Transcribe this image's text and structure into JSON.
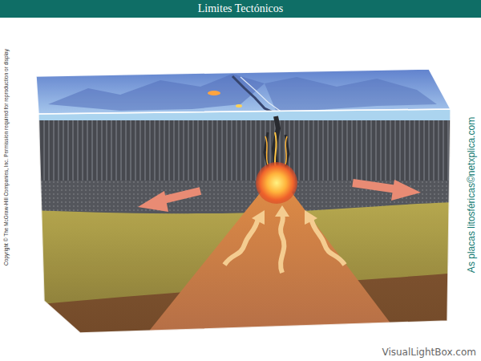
{
  "diagram": {
    "title": "Limites Tectónicos",
    "labels": [
      "Copyright © The McGraw-Hill Companies, Inc. Permission required for reproduction or display",
      "As placas litosféricas©netxplica.com",
      "VisualLightBox.com"
    ]
  }
}
